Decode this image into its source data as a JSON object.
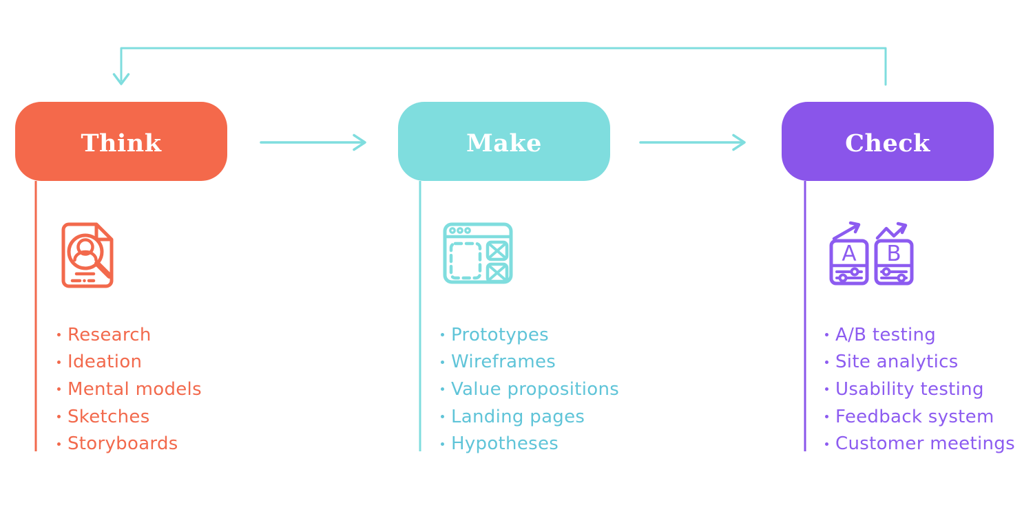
{
  "stages": [
    {
      "id": "think",
      "label": "Think",
      "box_color": "#F4694B",
      "text_color": "#F2694C",
      "icon": "user-research-document-magnifier-icon",
      "items": [
        "Research",
        "Ideation",
        "Mental models",
        "Sketches",
        "Storyboards"
      ]
    },
    {
      "id": "make",
      "label": "Make",
      "box_color": "#7FDDDE",
      "text_color": "#5FC4D8",
      "icon": "browser-wireframe-icon",
      "items": [
        "Prototypes",
        "Wireframes",
        "Value propositions",
        "Landing pages",
        "Hypotheses"
      ]
    },
    {
      "id": "check",
      "label": "Check",
      "box_color": "#8A55EA",
      "text_color": "#8C5BF0",
      "icon": "ab-test-cards-icon",
      "items": [
        "A/B testing",
        "Site analytics",
        "Usability testing",
        "Feedback system",
        "Customer meetings"
      ]
    }
  ],
  "check_icon": {
    "card_a_label": "A",
    "card_b_label": "B"
  },
  "connector_color": "#7FDDDE"
}
